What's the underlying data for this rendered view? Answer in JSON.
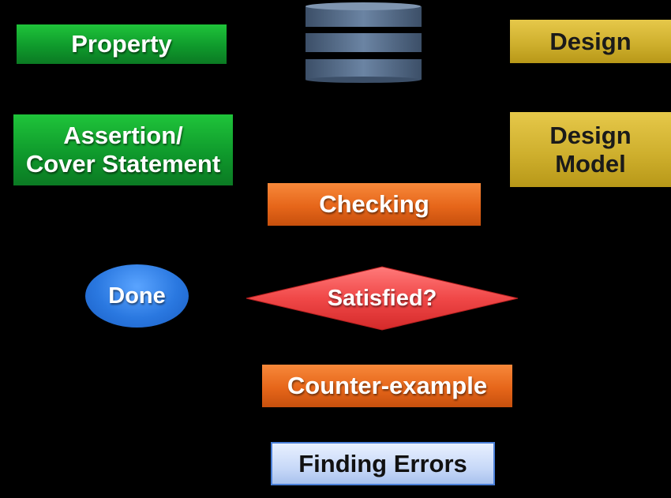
{
  "nodes": {
    "property": "Property",
    "assertion_line1": "Assertion/",
    "assertion_line2": "Cover Statement",
    "design": "Design",
    "design_model_line1": "Design",
    "design_model_line2": "Model",
    "checking": "Checking",
    "done": "Done",
    "satisfied": "Satisfied?",
    "counter_example": "Counter-example",
    "finding_errors": "Finding Errors"
  },
  "colors": {
    "green": "#0f9a2c",
    "yellow": "#cfb02e",
    "orange": "#e6661a",
    "red": "#ee3b3b",
    "blue": "#2a78e0",
    "light_blue": "#c8d9f8",
    "database": "#4f6580"
  }
}
